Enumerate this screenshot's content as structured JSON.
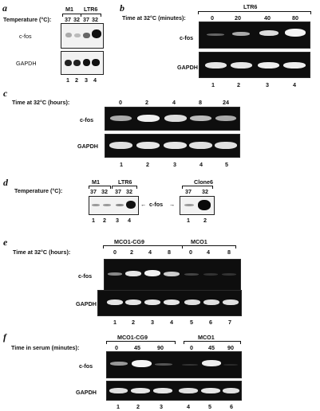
{
  "panel_a": {
    "label": "a",
    "temp_label": "Temperature (°C):",
    "groups": [
      "M1",
      "LTR6"
    ],
    "temps": [
      "37",
      "32",
      "37",
      "32"
    ],
    "rows": [
      "c-fos",
      "GAPDH"
    ],
    "lanes": [
      "1",
      "2",
      "3",
      "4"
    ]
  },
  "panel_b": {
    "label": "b",
    "group": "LTR6",
    "time_label": "Time at 32°C (minutes):",
    "times": [
      "0",
      "20",
      "40",
      "80"
    ],
    "rows": [
      "c-fos",
      "GAPDH"
    ],
    "lanes": [
      "1",
      "2",
      "3",
      "4"
    ]
  },
  "panel_c": {
    "label": "c",
    "time_label": "Time at 32°C (hours):",
    "times": [
      "0",
      "2",
      "4",
      "8",
      "24"
    ],
    "rows": [
      "c-fos",
      "GAPDH"
    ],
    "lanes": [
      "1",
      "2",
      "3",
      "4",
      "5"
    ]
  },
  "panel_d": {
    "label": "d",
    "temp_label": "Temperature (°C):",
    "groups": [
      "M1",
      "LTR6"
    ],
    "temps": [
      "37",
      "32",
      "37",
      "32"
    ],
    "arrow_label": "c-fos",
    "clone_group": "Clone6",
    "clone_temps": [
      "37",
      "32"
    ],
    "lanes": [
      "1",
      "2",
      "3",
      "4"
    ],
    "clone_lanes": [
      "1",
      "2"
    ]
  },
  "panel_e": {
    "label": "e",
    "time_label": "Time at 32°C (hours):",
    "groups": [
      "MCO1-CG9",
      "MCO1"
    ],
    "times": [
      "0",
      "2",
      "4",
      "8",
      "0",
      "4",
      "8"
    ],
    "rows": [
      "c-fos",
      "GAPDH"
    ],
    "lanes": [
      "1",
      "2",
      "3",
      "4",
      "5",
      "6",
      "7"
    ]
  },
  "panel_f": {
    "label": "f",
    "time_label": "Time in serum (minutes):",
    "groups": [
      "MCO1-CG9",
      "MCO1"
    ],
    "times": [
      "0",
      "45",
      "90",
      "0",
      "45",
      "90"
    ],
    "rows": [
      "c-fos",
      "GAPDH"
    ],
    "lanes": [
      "1",
      "2",
      "3",
      "4",
      "5",
      "6"
    ]
  }
}
